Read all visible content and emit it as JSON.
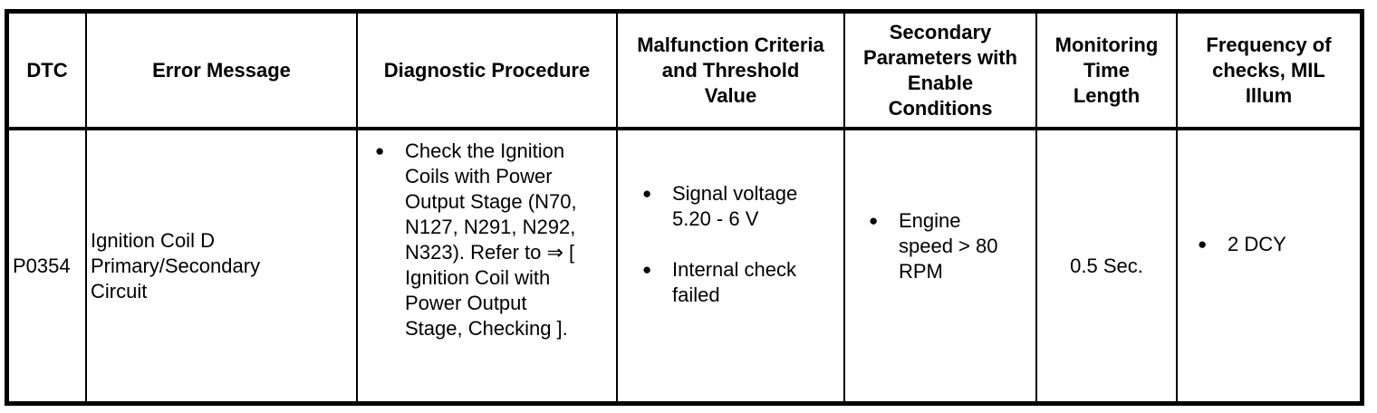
{
  "document": {
    "background_color": "#ffffff",
    "border_color": "#000000",
    "text_color": "#000000"
  },
  "table": {
    "bullet": "●",
    "columns": [
      {
        "label": "DTC"
      },
      {
        "label": "Error Message"
      },
      {
        "label": "Diagnostic Procedure"
      },
      {
        "label": "Malfunction Criteria\nand Threshold\nValue"
      },
      {
        "label": "Secondary\nParameters with\nEnable\nConditions"
      },
      {
        "label": "Monitoring\nTime\nLength"
      },
      {
        "label": "Frequency of\nchecks, MIL\nIllum"
      }
    ],
    "row": {
      "dtc": "P0354",
      "error_message": "Ignition Coil D\nPrimary/Secondary\nCircuit",
      "diagnostic_procedure": [
        "Check the Ignition\nCoils with Power\nOutput Stage (N70,\nN127, N291, N292,\nN323). Refer to ⇒ [\nIgnition Coil with\nPower Output\nStage, Checking ]."
      ],
      "malfunction_criteria": [
        "Signal voltage\n5.20 - 6 V",
        "Internal check\nfailed"
      ],
      "secondary_parameters": [
        "Engine\nspeed > 80\nRPM"
      ],
      "monitoring_time_length": "0.5 Sec.",
      "frequency_of_checks": [
        "2 DCY"
      ]
    }
  }
}
